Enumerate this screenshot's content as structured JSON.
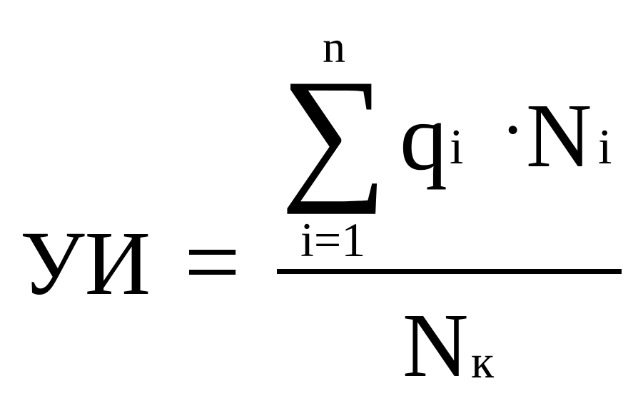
{
  "formula": {
    "lhs": "УИ",
    "equals": "=",
    "numerator": {
      "sum_symbol": "∑",
      "upper_limit": "n",
      "lower_limit": "i=1",
      "term_q": "q",
      "term_q_subscript": "i",
      "operator": "·",
      "term_n": "N",
      "term_n_subscript": "i"
    },
    "denominator": {
      "term_n": "N",
      "term_n_subscript": "к"
    }
  }
}
